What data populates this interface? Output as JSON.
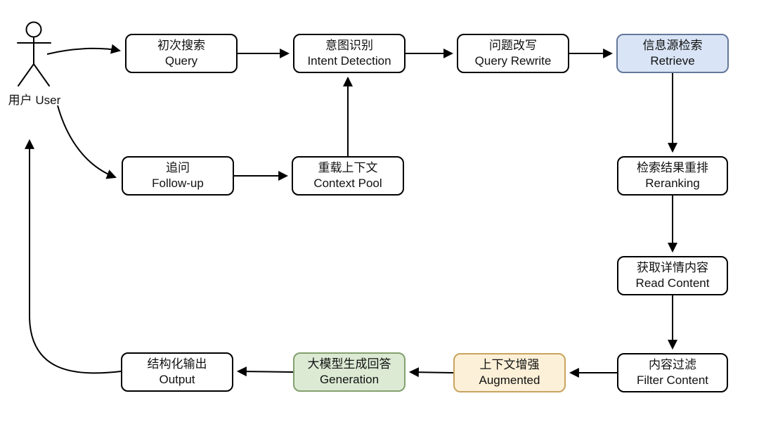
{
  "diagram": {
    "type": "flowchart",
    "subject": "search RAG pipeline",
    "actor": {
      "zh": "用户",
      "en": "User"
    },
    "nodes": {
      "query": {
        "zh": "初次搜索",
        "en": "Query"
      },
      "intent": {
        "zh": "意图识别",
        "en": "Intent Detection"
      },
      "rewrite": {
        "zh": "问题改写",
        "en": "Query Rewrite"
      },
      "retrieve": {
        "zh": "信息源检索",
        "en": "Retrieve",
        "highlight": "blue"
      },
      "followup": {
        "zh": "追问",
        "en": "Follow-up"
      },
      "context": {
        "zh": "重载上下文",
        "en": "Context Pool"
      },
      "rerank": {
        "zh": "检索结果重排",
        "en": "Reranking"
      },
      "read": {
        "zh": "获取详情内容",
        "en": "Read Content"
      },
      "filter": {
        "zh": "内容过滤",
        "en": "Filter Content"
      },
      "augmented": {
        "zh": "上下文增强",
        "en": "Augmented",
        "highlight": "orange"
      },
      "generation": {
        "zh": "大模型生成回答",
        "en": "Generation",
        "highlight": "green"
      },
      "output": {
        "zh": "结构化输出",
        "en": "Output"
      }
    },
    "edges": [
      {
        "from": "user",
        "to": "query"
      },
      {
        "from": "query",
        "to": "intent"
      },
      {
        "from": "intent",
        "to": "rewrite"
      },
      {
        "from": "rewrite",
        "to": "retrieve"
      },
      {
        "from": "retrieve",
        "to": "rerank"
      },
      {
        "from": "rerank",
        "to": "read"
      },
      {
        "from": "read",
        "to": "filter"
      },
      {
        "from": "filter",
        "to": "augmented"
      },
      {
        "from": "augmented",
        "to": "generation"
      },
      {
        "from": "generation",
        "to": "output"
      },
      {
        "from": "output",
        "to": "user"
      },
      {
        "from": "user",
        "to": "followup"
      },
      {
        "from": "followup",
        "to": "context"
      },
      {
        "from": "context",
        "to": "intent"
      }
    ],
    "colors": {
      "background": "#ffffff",
      "line": "#000000",
      "node_border": "#000000",
      "text": "#111111",
      "blue_fill": "#d9e5f6",
      "blue_border": "#64789b",
      "orange_fill": "#fcf0d8",
      "orange_border": "#c9a45e",
      "green_fill": "#dcead4",
      "green_border": "#83a06d"
    }
  }
}
